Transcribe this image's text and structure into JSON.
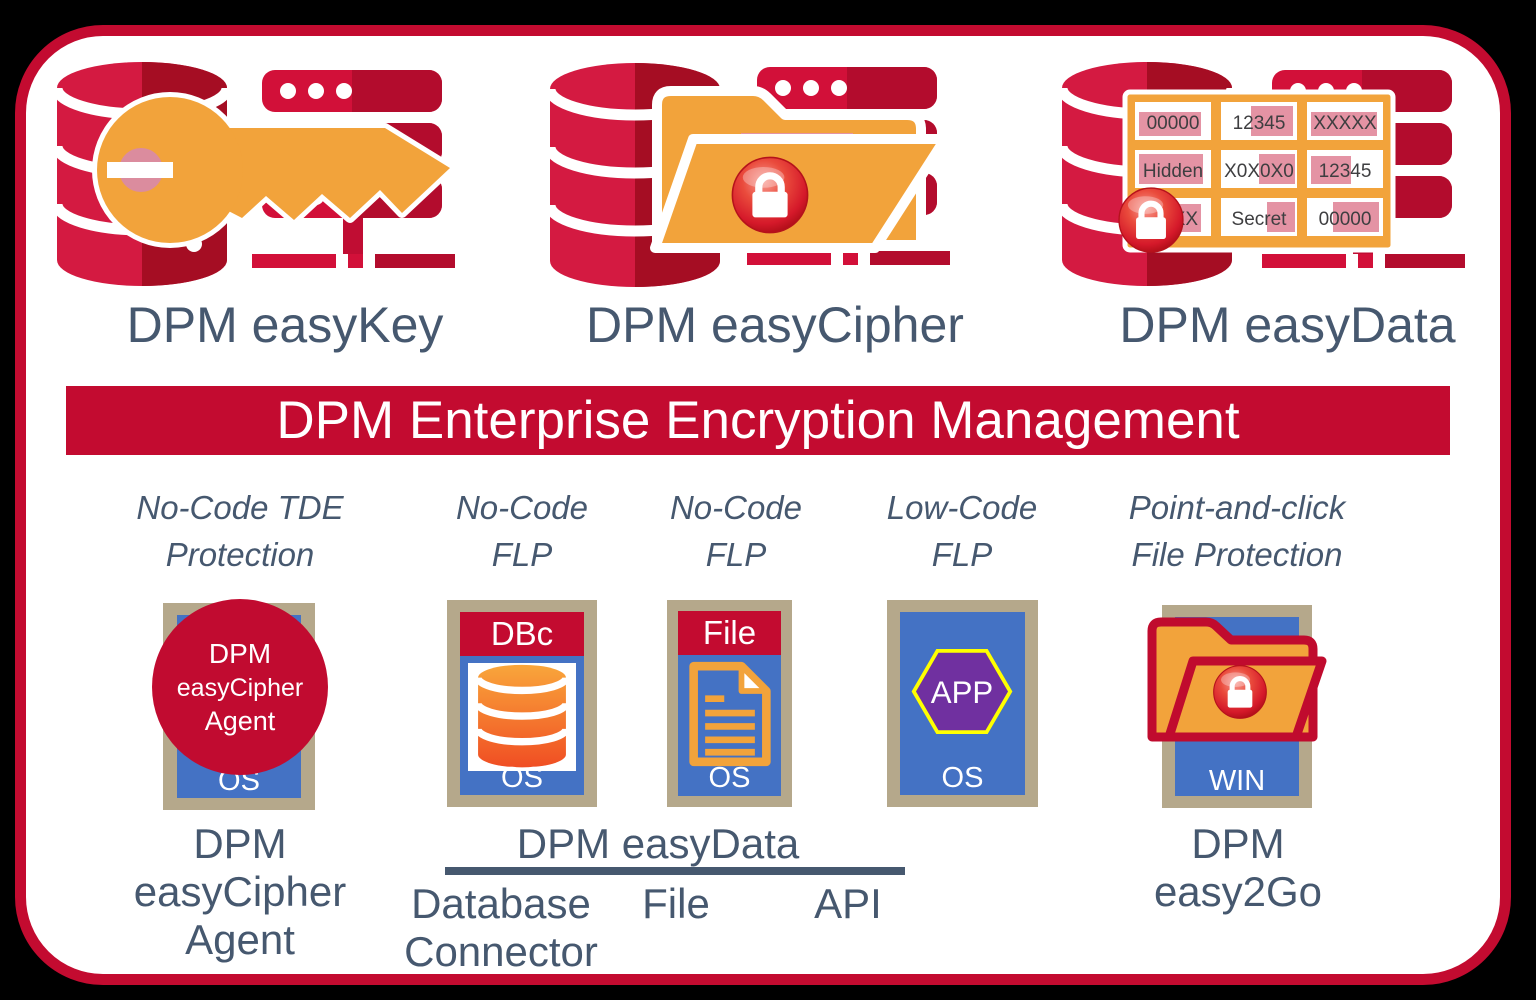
{
  "products": [
    {
      "label": "DPM easyKey"
    },
    {
      "label": "DPM easyCipher"
    },
    {
      "label": "DPM easyData"
    }
  ],
  "banner": {
    "title": "DPM Enterprise Encryption Management"
  },
  "columns": [
    {
      "header": [
        "No-Code TDE",
        "Protection"
      ],
      "circle": [
        "DPM",
        "easyCipher",
        "Agent"
      ],
      "platform": "OS",
      "caption": [
        "DPM",
        "easyCipher",
        "Agent"
      ]
    },
    {
      "header": [
        "No-Code",
        "FLP"
      ],
      "badge": "DBc",
      "platform": "OS",
      "caption": [
        "Database",
        "Connector"
      ]
    },
    {
      "header": [
        "No-Code",
        "FLP"
      ],
      "badge": "File",
      "platform": "OS",
      "caption": [
        "File"
      ]
    },
    {
      "header": [
        "Low-Code",
        "FLP"
      ],
      "hex_label": "APP",
      "platform": "OS",
      "caption": [
        "API"
      ]
    },
    {
      "header": [
        "Point-and-click",
        "File Protection"
      ],
      "platform": "WIN",
      "caption": [
        "DPM",
        "easy2Go"
      ]
    }
  ],
  "easydata_group_label": "DPM easyData",
  "easydata_grid": {
    "rows": [
      [
        "00000",
        "12345",
        "XXXXX"
      ],
      [
        "Hidden",
        "X0X0X0",
        "12345"
      ],
      [
        "XXX",
        "Secret",
        "00000"
      ]
    ]
  },
  "colors": {
    "crimson": "#c30b30",
    "dark_red": "#a50d23",
    "light_red": "#d41a41",
    "orange": "#f2a33b",
    "slate_text": "#46586f",
    "tan": "#b5a88b",
    "blue": "#4472c4",
    "purple": "#7030a0",
    "hex_border": "#ffff00",
    "pink": "#e493a4",
    "white": "#ffffff"
  }
}
